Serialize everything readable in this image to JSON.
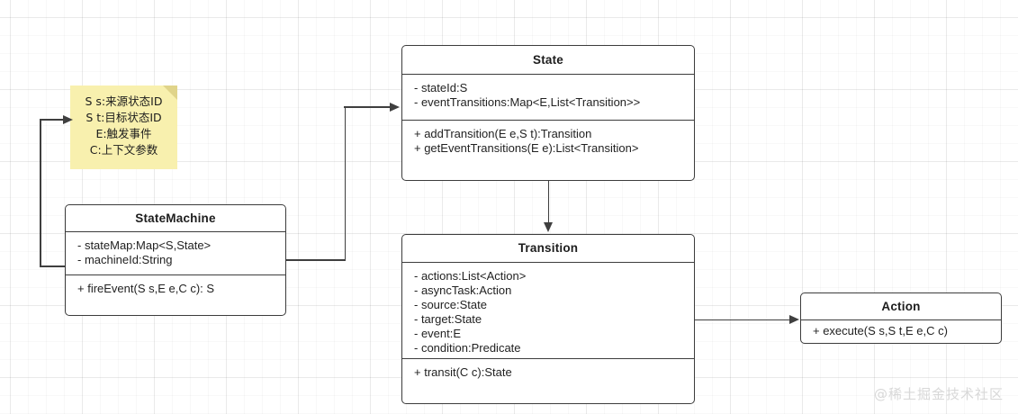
{
  "diagram": {
    "type": "uml-class-diagram",
    "background": "#ffffff",
    "grid_color": "#f0f0f0",
    "line_color": "#3f3f3f",
    "note_color": "#f8f0ae"
  },
  "note": {
    "lines": [
      "S s:来源状态ID",
      "S t:目标状态ID",
      "E:触发事件",
      "C:上下文参数"
    ]
  },
  "classes": {
    "state_machine": {
      "name": "StateMachine",
      "attributes": [
        "- stateMap:Map<S,State>",
        "- machineId:String"
      ],
      "operations": [
        "+ fireEvent(S s,E e,C c): S"
      ]
    },
    "state": {
      "name": "State",
      "attributes": [
        "- stateId:S",
        "- eventTransitions:Map<E,List<Transition>>"
      ],
      "operations": [
        "+ addTransition(E e,S t):Transition",
        "+ getEventTransitions(E e):List<Transition>"
      ]
    },
    "transition": {
      "name": "Transition",
      "attributes": [
        "- actions:List<Action>",
        "- asyncTask:Action",
        "- source:State",
        "- target:State",
        "- event:E",
        "- condition:Predicate"
      ],
      "operations": [
        "+ transit(C c):State"
      ]
    },
    "action": {
      "name": "Action",
      "attributes": [],
      "operations": [
        "+ execute(S s,S t,E e,C c)"
      ]
    }
  },
  "connections": [
    {
      "from": "StateMachine",
      "to": "note",
      "style": "arrow"
    },
    {
      "from": "StateMachine",
      "to": "State",
      "style": "arrow"
    },
    {
      "from": "State",
      "to": "Transition",
      "style": "arrow"
    },
    {
      "from": "Transition",
      "to": "Action",
      "style": "arrow"
    }
  ],
  "watermark": {
    "text": "@稀土掘金技术社区"
  }
}
